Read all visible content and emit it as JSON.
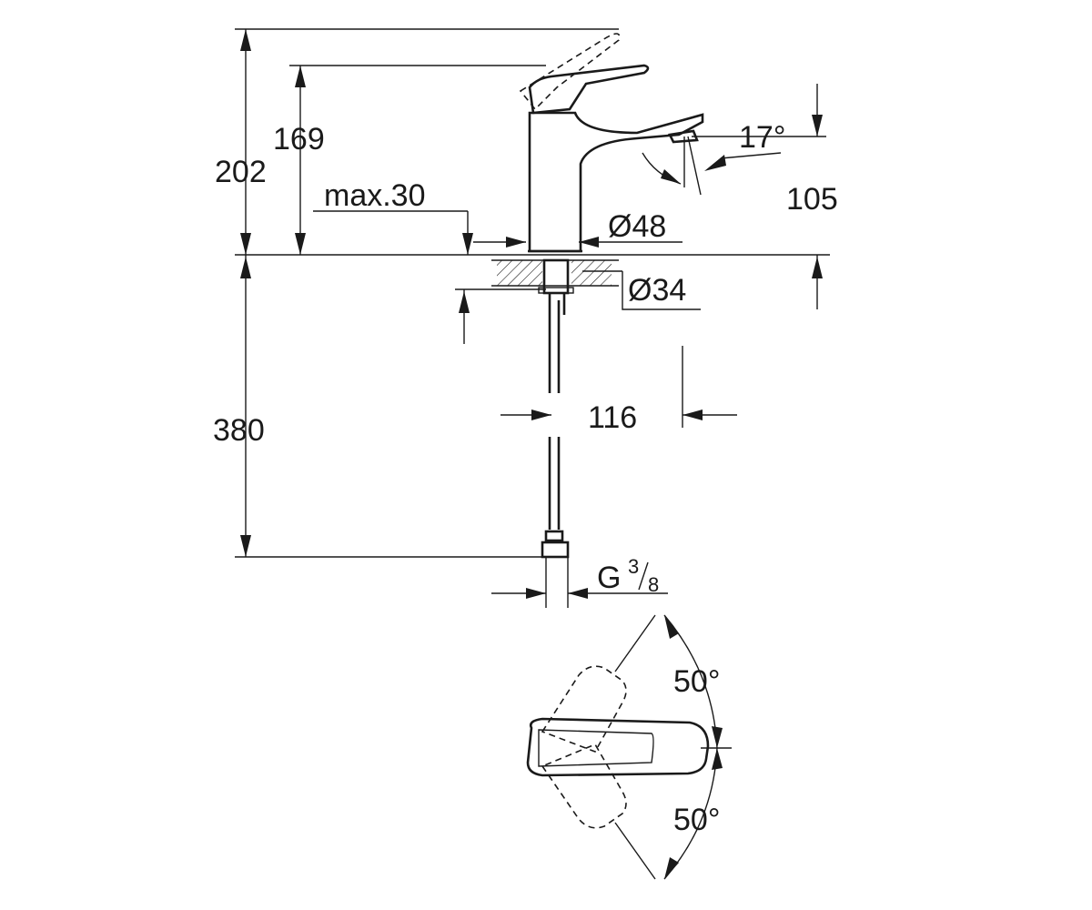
{
  "dimensions": {
    "total_height": "202",
    "spout_height": "169",
    "max_deck": "max.30",
    "spout_angle": "17°",
    "reach_height": "105",
    "base_diameter": "Ø48",
    "hole_diameter": "Ø34",
    "hose_length": "380",
    "spout_reach": "116",
    "connection": "G",
    "connection_num": "3",
    "connection_den": "8",
    "lever_angle_top": "50°",
    "lever_angle_bottom": "50°"
  }
}
